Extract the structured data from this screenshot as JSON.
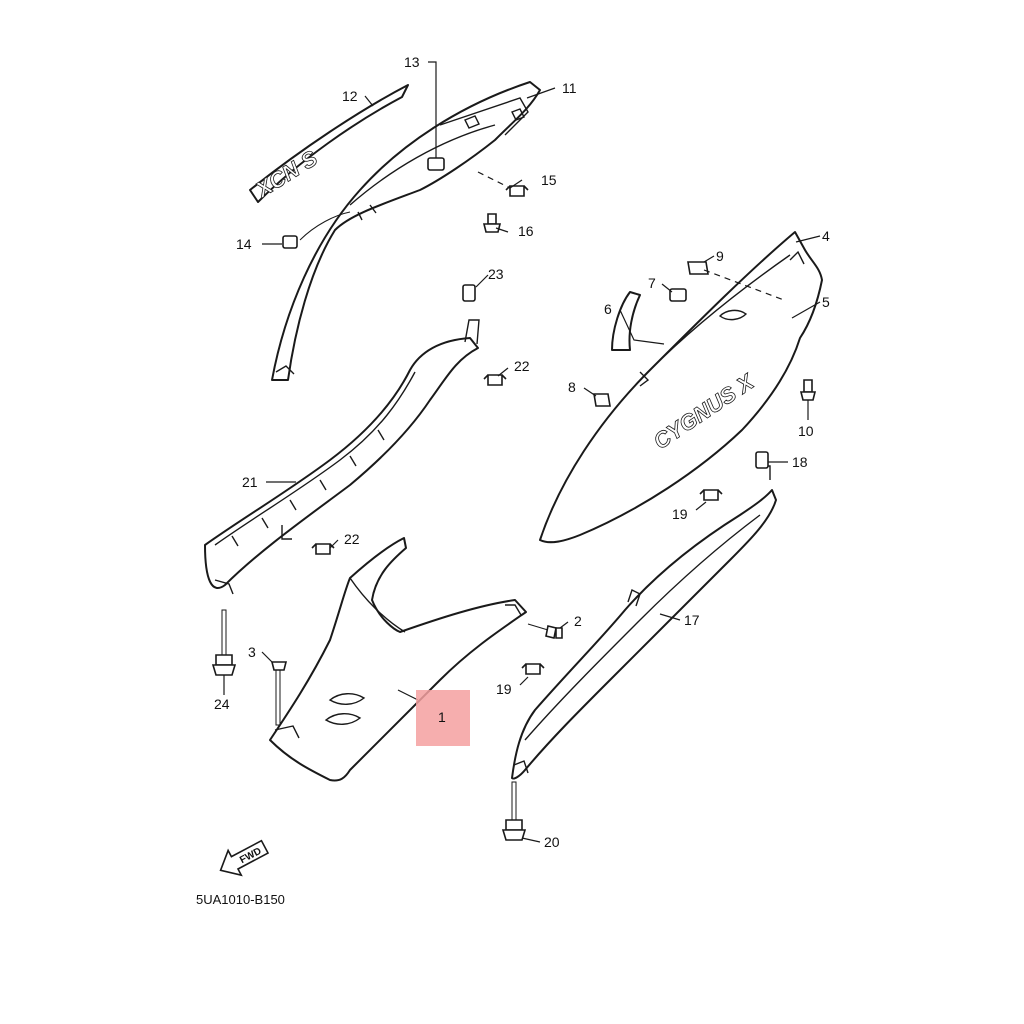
{
  "diagram": {
    "code": "5UA1010-B150",
    "fwd_label": "FWD",
    "decal_side": "CYGNUS X",
    "decal_rear": "XCN S",
    "highlight_color": "#f4a0a0",
    "callouts": {
      "c1": "1",
      "c2": "2",
      "c3": "3",
      "c4": "4",
      "c5": "5",
      "c6": "6",
      "c7": "7",
      "c8": "8",
      "c9": "9",
      "c10": "10",
      "c11": "11",
      "c12": "12",
      "c13": "13",
      "c14": "14",
      "c15": "15",
      "c16": "16",
      "c17": "17",
      "c18": "18",
      "c19a": "19",
      "c19b": "19",
      "c20": "20",
      "c21": "21",
      "c22a": "22",
      "c22b": "22",
      "c23": "23",
      "c24": "24"
    }
  }
}
